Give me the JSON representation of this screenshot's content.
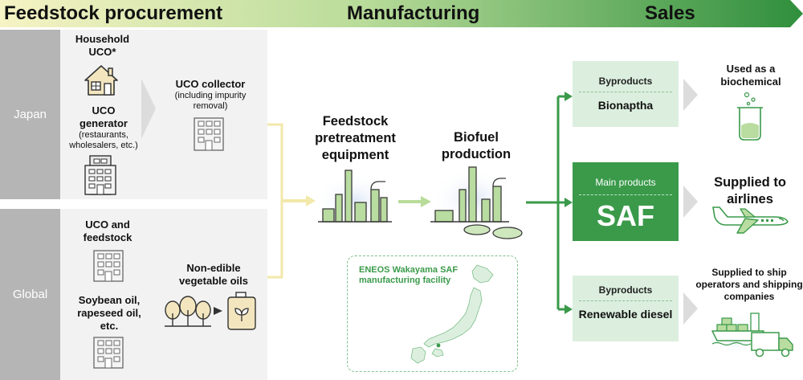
{
  "header": {
    "feedstock": "Feedstock procurement",
    "manufacturing": "Manufacturing",
    "sales": "Sales"
  },
  "regions": {
    "japan": "Japan",
    "global": "Global"
  },
  "japan": {
    "household_uco": "Household UCO*",
    "uco_generator": "UCO generator",
    "uco_generator_note": "(restaurants, wholesalers, etc.)",
    "uco_collector": "UCO collector",
    "uco_collector_note": "(including impurity removal)"
  },
  "global": {
    "uco_feedstock": "UCO and feedstock",
    "soy_rape": "Soybean oil, rapeseed oil, etc.",
    "non_edible": "Non-edible vegetable oils"
  },
  "manufacturing": {
    "pretreatment": "Feedstock pretreatment equipment",
    "biofuel": "Biofuel production",
    "facility": "ENEOS Wakayama SAF manufacturing facility"
  },
  "sales": {
    "byproducts_1": "Byproducts",
    "bionaptha": "Bionaptha",
    "main_products": "Main products",
    "saf": "SAF",
    "byproducts_2": "Byproducts",
    "renewable_diesel": "Renewable diesel",
    "biochemical": "Used as a biochemical",
    "airlines": "Supplied to airlines",
    "ship": "Supplied to ship operators and shipping companies"
  },
  "colors": {
    "green_dark": "#2e8b3e",
    "green_main": "#3a9a4a",
    "green_light": "#dcefdf",
    "yellow_light": "#f4eab4",
    "gray_region": "#b5b5b5",
    "gray_panel": "#f2f2f2"
  },
  "icons": [
    "house-icon",
    "building-icon",
    "forest-icon",
    "oil-can-icon",
    "refinery-icon",
    "japan-map-icon",
    "beaker-icon",
    "airplane-icon",
    "ship-icon",
    "truck-icon"
  ]
}
